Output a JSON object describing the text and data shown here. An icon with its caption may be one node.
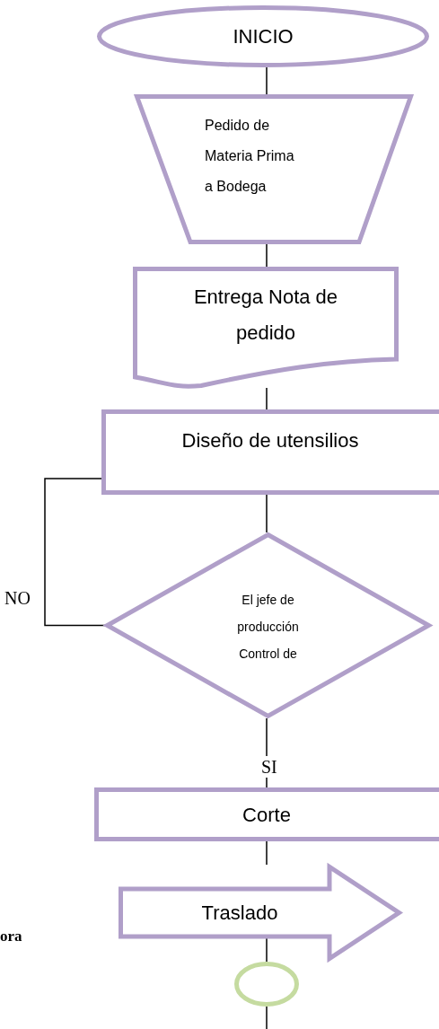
{
  "diagram": {
    "nodes": [
      {
        "text": [
          "INICIO"
        ]
      },
      {
        "text": [
          "Pedido de Materia Prima a Bodega"
        ]
      },
      {
        "text": [
          "Entrega Nota de pedido"
        ]
      },
      {
        "text": [
          "Diseño de utensilios"
        ]
      },
      {
        "text": [
          "El jefe de producción Control de"
        ]
      },
      {
        "text": [
          "Corte"
        ]
      },
      {
        "text": [
          "Traslado"
        ]
      },
      {
        "text": [],
        "shape": "circle"
      }
    ],
    "edges": [
      {
        "from": 0,
        "to": 1,
        "arrow": "none"
      },
      {
        "from": 1,
        "to": 2,
        "arrow": "none"
      },
      {
        "from": 2,
        "to": 3,
        "arrow": "none"
      },
      {
        "from": 3,
        "to": 4,
        "arrow": "none"
      },
      {
        "from": 4,
        "to": 3,
        "arrow": "none",
        "label": "NO"
      },
      {
        "from": 4,
        "to": 5,
        "arrow": "none",
        "label": "SI"
      },
      {
        "from": 5,
        "to": 6,
        "arrow": "none"
      },
      {
        "from": 6,
        "to": 7,
        "arrow": "none"
      },
      {
        "from": 7,
        "to": null,
        "arrow": "none"
      }
    ],
    "labels": [
      "ora"
    ]
  }
}
